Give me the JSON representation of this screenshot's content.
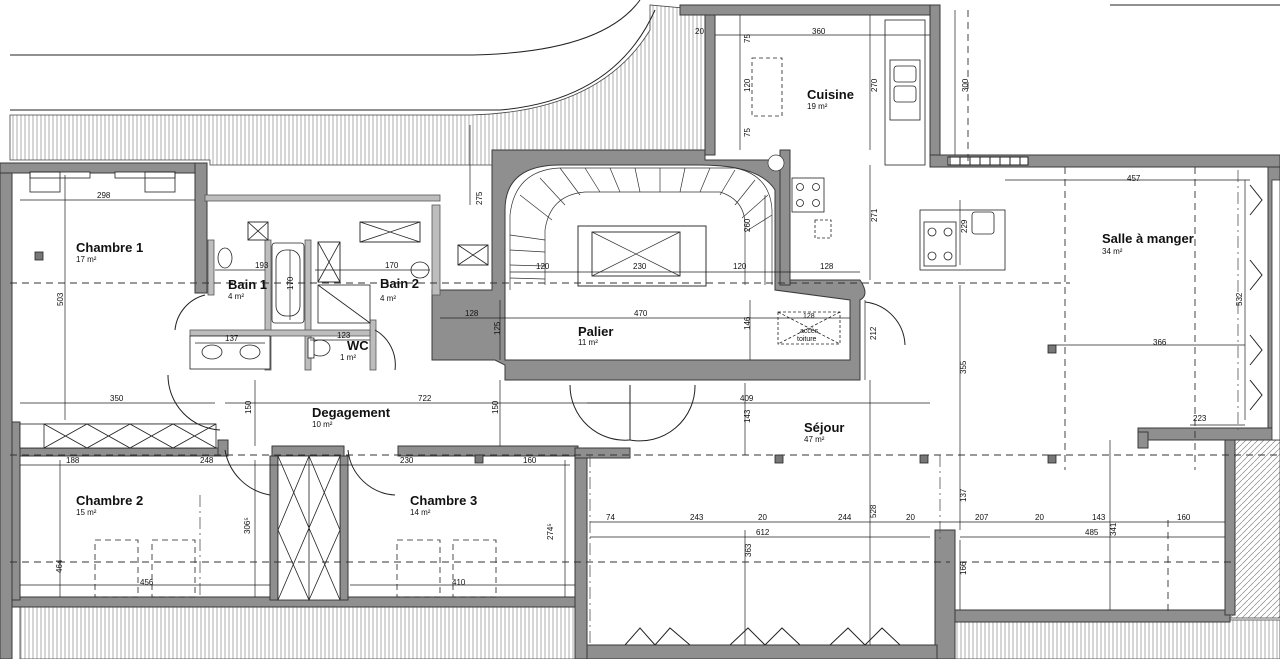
{
  "rooms": {
    "chambre1": {
      "name": "Chambre 1",
      "area": "17 m²"
    },
    "bain1": {
      "name": "Bain 1",
      "area": "4 m²"
    },
    "bain2": {
      "name": "Bain 2",
      "area": "4 m²"
    },
    "wc": {
      "name": "WC",
      "area": "1 m²"
    },
    "cuisine": {
      "name": "Cuisine",
      "area": "19 m²"
    },
    "palier": {
      "name": "Palier",
      "area": "11 m²"
    },
    "salle": {
      "name": "Salle à manger",
      "area": "34 m²"
    },
    "degagement": {
      "name": "Degagement",
      "area": "10 m²"
    },
    "sejour": {
      "name": "Séjour",
      "area": "47 m²"
    },
    "chambre2": {
      "name": "Chambre 2",
      "area": "15 m²"
    },
    "chambre3": {
      "name": "Chambre 3",
      "area": "14 m²"
    }
  },
  "notes": {
    "acces_line1": "accès",
    "acces_line2": "toiture",
    "acces_dim": "128"
  },
  "dims": {
    "d_298": "298",
    "d_503": "503",
    "d_193": "193",
    "d_170a": "170",
    "d_170b": "170",
    "d_137": "137",
    "d_123": "123",
    "d_350": "350",
    "d_722": "722",
    "d_150a": "150",
    "d_150b": "150",
    "d_188": "188",
    "d_248": "248",
    "d_230a": "230",
    "d_160a": "160",
    "d_464": "464",
    "d_456": "456",
    "d_410": "410",
    "d_3065": "306⁵",
    "d_2745": "274⁵",
    "d_20a": "20",
    "d_360": "360",
    "d_75a": "75",
    "d_120v": "120",
    "d_75b": "75",
    "d_270": "270",
    "d_300": "300",
    "d_275": "275",
    "d_260": "260",
    "d_271": "271",
    "d_120a": "120",
    "d_230b": "230",
    "d_120b": "120",
    "d_128a": "128",
    "d_128b": "128",
    "d_470": "470",
    "d_125": "125",
    "d_146": "146",
    "d_212": "212",
    "d_409": "409",
    "d_143a": "143",
    "d_355": "355",
    "d_457": "457",
    "d_229": "229",
    "d_532": "532",
    "d_366": "366",
    "d_223": "223",
    "d_74": "74",
    "d_243": "243",
    "d_20b": "20",
    "d_244": "244",
    "d_20c": "20",
    "d_207": "207",
    "d_20d": "20",
    "d_143b": "143",
    "d_160b": "160",
    "d_612": "612",
    "d_485": "485",
    "d_528": "528",
    "d_137v": "137",
    "d_363": "363",
    "d_341": "341",
    "d_166": "166"
  }
}
